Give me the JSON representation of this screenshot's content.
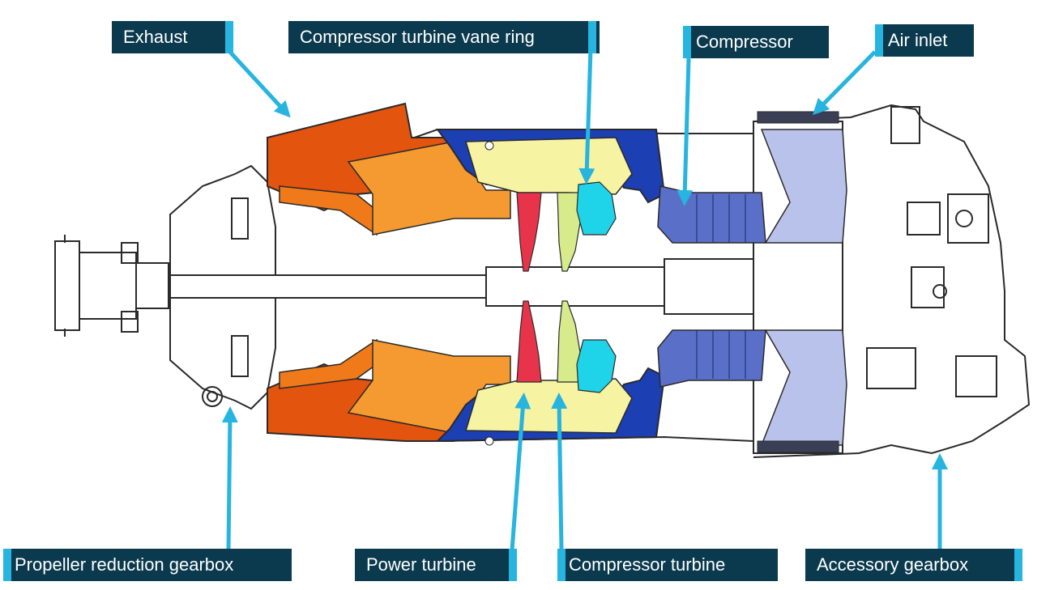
{
  "labels": {
    "exhaust": "Exhaust",
    "vane_ring": "Compressor turbine vane ring",
    "compressor": "Compressor",
    "air_inlet": "Air inlet",
    "prop_gearbox": "Propeller reduction gearbox",
    "power_turbine": "Power turbine",
    "compressor_turbine": "Compressor turbine",
    "accessory_gearbox": "Accessory gearbox"
  },
  "colors": {
    "label_bg": "#0b3a4e",
    "label_text": "#ffffff",
    "pointer": "#27b4df",
    "exhaust_orange": "#f07a1a",
    "exhaust_dark": "#e3540f",
    "combustor_blue": "#1c3fb3",
    "combustor_yellow": "#f6f3a3",
    "power_turbine_red": "#e8344b",
    "compressor_turbine_green": "#d7ea8c",
    "vane_cyan": "#1fd3e9",
    "compressor_blue": "#5a6fc7",
    "inlet_lavender": "#b8c2ea",
    "line_art": "#2a2a2a"
  }
}
